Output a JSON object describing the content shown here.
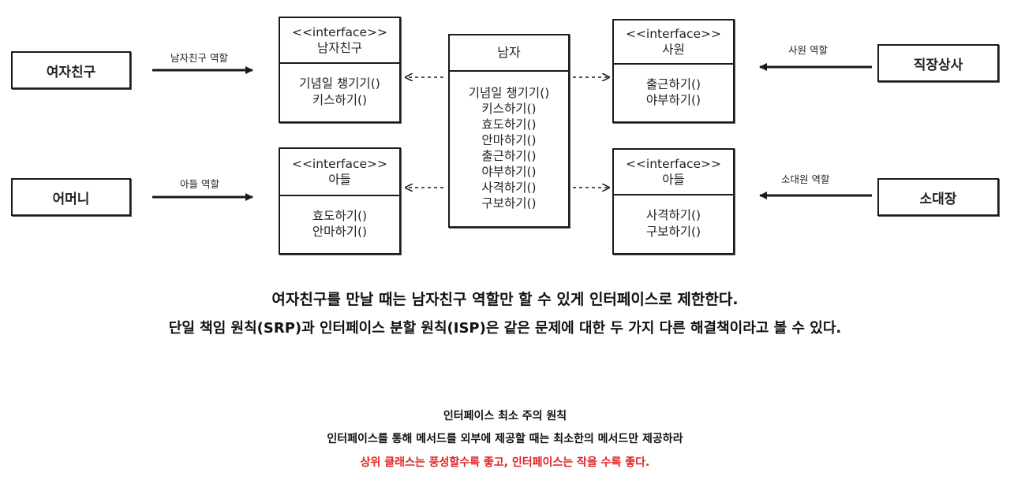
{
  "actors": {
    "girlfriend": "여자친구",
    "mother": "어머니",
    "boss": "직장상사",
    "commander": "소대장"
  },
  "role_labels": {
    "boyfriend_role": "남자친구 역할",
    "son_role": "아들 역할",
    "employee_role": "사원 역할",
    "soldier_role": "소대원 역할"
  },
  "interfaces": {
    "boyfriend": {
      "stereotype": "<<interface>>",
      "name": "남자친구",
      "methods": [
        "기념일 챙기기()",
        "키스하기()"
      ]
    },
    "son": {
      "stereotype": "<<interface>>",
      "name": "아들",
      "methods": [
        "효도하기()",
        "안마하기()"
      ]
    },
    "employee": {
      "stereotype": "<<interface>>",
      "name": "사원",
      "methods": [
        "출근하기()",
        "야부하기()"
      ]
    },
    "soldier": {
      "stereotype": "<<interface>>",
      "name": "아들",
      "methods": [
        "사격하기()",
        "구보하기()"
      ]
    }
  },
  "man_class": {
    "name": "남자",
    "methods": [
      "기념일 챙기기()",
      "키스하기()",
      "효도하기()",
      "안마하기()",
      "출근하기()",
      "야부하기()",
      "사격하기()",
      "구보하기()"
    ]
  },
  "captions": {
    "line1": "여자친구를 만날 때는 남자친구 역할만 할 수 있게 인터페이스로 제한한다.",
    "line2": "단일 책임 원칙(SRP)과 인터페이스 분할 원칙(ISP)은 같은 문제에 대한 두 가지 다른 해결책이라고 볼 수 있다."
  },
  "principle": {
    "title": "인터페이스 최소 주의 원칙",
    "description": "인터페이스를 통해 메서드를 외부에 제공할 때는 최소한의 메서드만 제공하라",
    "highlight": "상위 클래스는 풍성할수록 좋고, 인터페이스는 작을 수록 좋다."
  },
  "colors": {
    "line": "#1a1a1a",
    "highlight": "#e02424"
  }
}
